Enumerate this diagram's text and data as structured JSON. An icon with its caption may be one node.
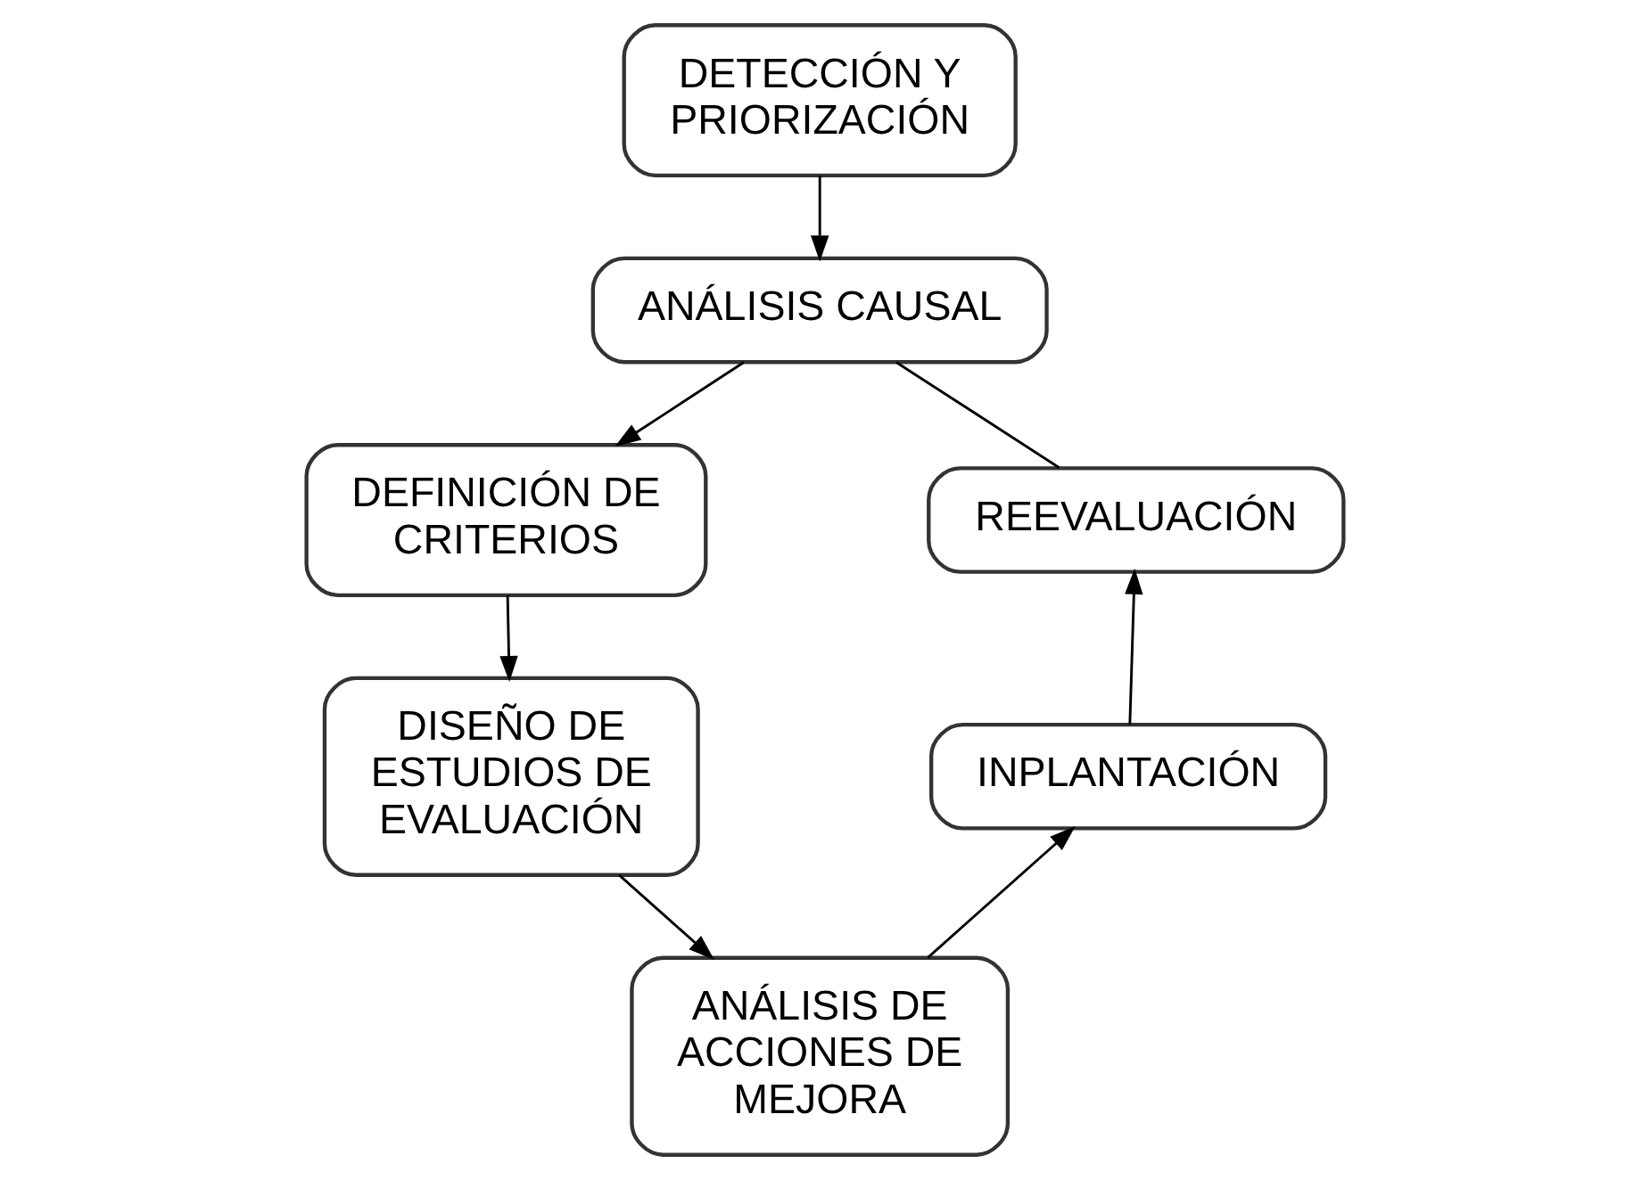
{
  "diagram": {
    "nodes": [
      {
        "text": [
          "DETECCIÓN Y PRIORIZACIÓN"
        ]
      },
      {
        "text": [
          "ANÁLISIS CAUSAL"
        ]
      },
      {
        "text": [
          "DEFINICIÓN DE CRITERIOS"
        ]
      },
      {
        "text": [
          "DISEÑO DE ESTUDIOS DE EVALUACIÓN"
        ]
      },
      {
        "text": [
          "ANÁLISIS DE ACCIONES DE MEJORA"
        ]
      },
      {
        "text": [
          "INPLANTACIÓN"
        ]
      },
      {
        "text": [
          "REEVALUACIÓN"
        ]
      }
    ],
    "edges": [
      {
        "from": 0,
        "to": 1,
        "arrow": "to"
      },
      {
        "from": 1,
        "to": 2,
        "arrow": "to"
      },
      {
        "from": 2,
        "to": 3,
        "arrow": "to"
      },
      {
        "from": 3,
        "to": 4,
        "arrow": "to"
      },
      {
        "from": 4,
        "to": 5,
        "arrow": "to"
      },
      {
        "from": 5,
        "to": 6,
        "arrow": "to"
      },
      {
        "from": 6,
        "to": 1,
        "arrow": "none"
      }
    ]
  }
}
